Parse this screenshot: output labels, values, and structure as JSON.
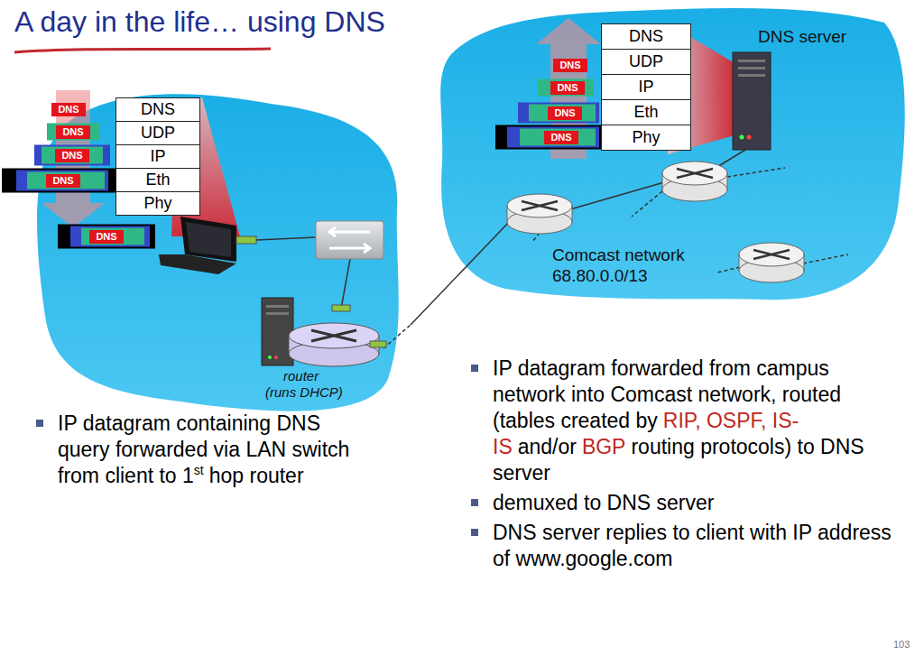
{
  "diagram": {
    "title": "A day in the life… using DNS",
    "nodes": [
      {
        "text": [
          "DNS"
        ]
      },
      {
        "text": [
          "UDP"
        ]
      },
      {
        "text": [
          "IP"
        ]
      },
      {
        "text": [
          "Eth"
        ]
      },
      {
        "text": [
          "Phy"
        ]
      },
      {
        "text": [
          "DNS"
        ]
      },
      {
        "text": [
          "DNS"
        ]
      },
      {
        "text": [
          "DNS"
        ]
      },
      {
        "text": [
          "DNS"
        ]
      },
      {
        "text": [
          "DNS"
        ]
      },
      {
        "text": [
          "DNS"
        ]
      },
      {
        "text": [
          "UDP"
        ]
      },
      {
        "text": [
          "IP"
        ]
      },
      {
        "text": [
          "Eth"
        ]
      },
      {
        "text": [
          "Phy"
        ]
      },
      {
        "text": [
          "DNS"
        ]
      },
      {
        "text": [
          "DNS"
        ]
      },
      {
        "text": [
          "DNS"
        ]
      },
      {
        "text": [
          "DNS"
        ]
      }
    ],
    "labels": [
      "DNS server",
      "Comcast network",
      "68.80.0.0/13",
      "router",
      "(runs DHCP)",
      "IP datagram containing DNS query forwarded via LAN switch from client to 1",
      "st",
      "hop router",
      "IP datagram forwarded from campus network into Comcast network, routed (tables created by",
      "RIP, OSPF, IS-IS",
      "and/or",
      "BGP",
      "routing protocols) to DNS server",
      "demuxed to DNS server",
      "DNS server replies to client with IP address of www.google.com",
      "103"
    ]
  }
}
